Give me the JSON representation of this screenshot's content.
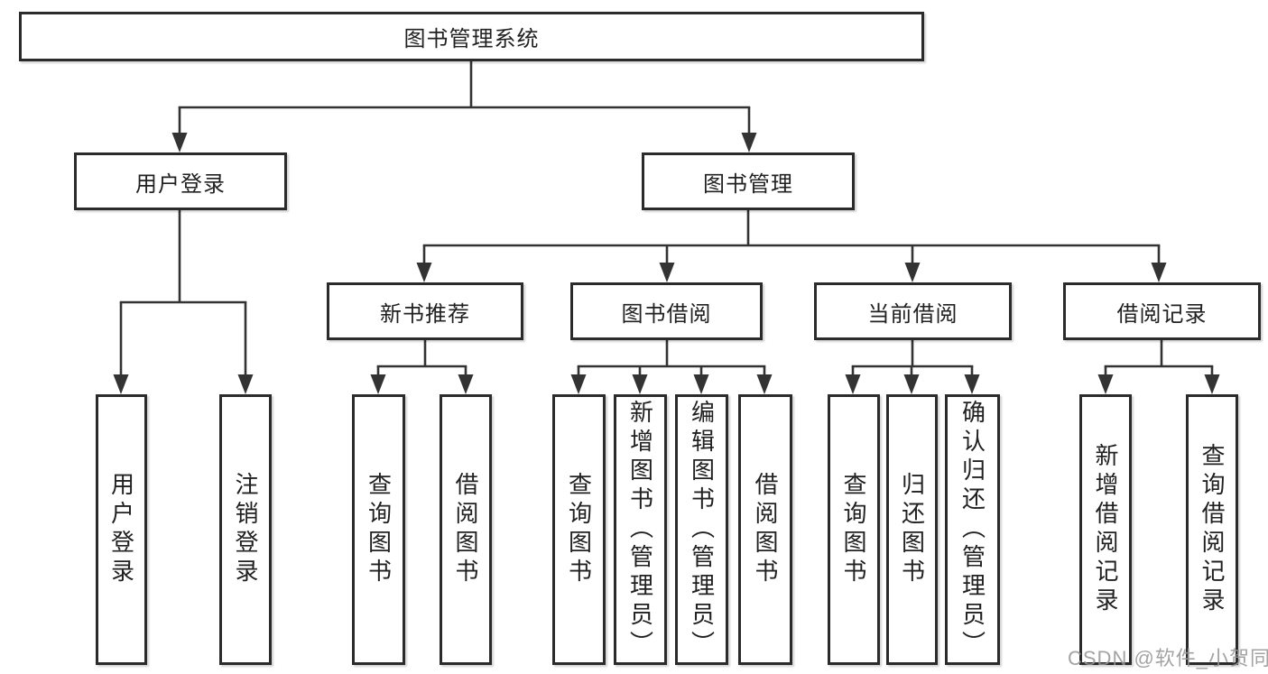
{
  "diagram": {
    "root": "图书管理系统",
    "level2": {
      "user_login": "用户登录",
      "book_mgmt": "图书管理"
    },
    "level3": {
      "new_book": "新书推荐",
      "book_borrow": "图书借阅",
      "current_borrow": "当前借阅",
      "borrow_record": "借阅记录"
    },
    "leaves": {
      "user_login_leaf": "用户登录",
      "logout": "注销登录",
      "nb_query": "查询图书",
      "nb_borrow": "借阅图书",
      "bb_query": "查询图书",
      "bb_add": "新增图书（管理员）",
      "bb_edit": "编辑图书（管理员）",
      "bb_borrow": "借阅图书",
      "cb_query": "查询图书",
      "cb_return": "归还图书",
      "cb_confirm": "确认归还（管理员）",
      "br_add": "新增借阅记录",
      "br_query": "查询借阅记录"
    }
  },
  "watermark": "CSDN @软件_小贺同学",
  "colors": {
    "line": "#333333",
    "border": "#2b2b2b",
    "text": "#212121",
    "watermark_text": "#969696",
    "background": "#ffffff"
  }
}
